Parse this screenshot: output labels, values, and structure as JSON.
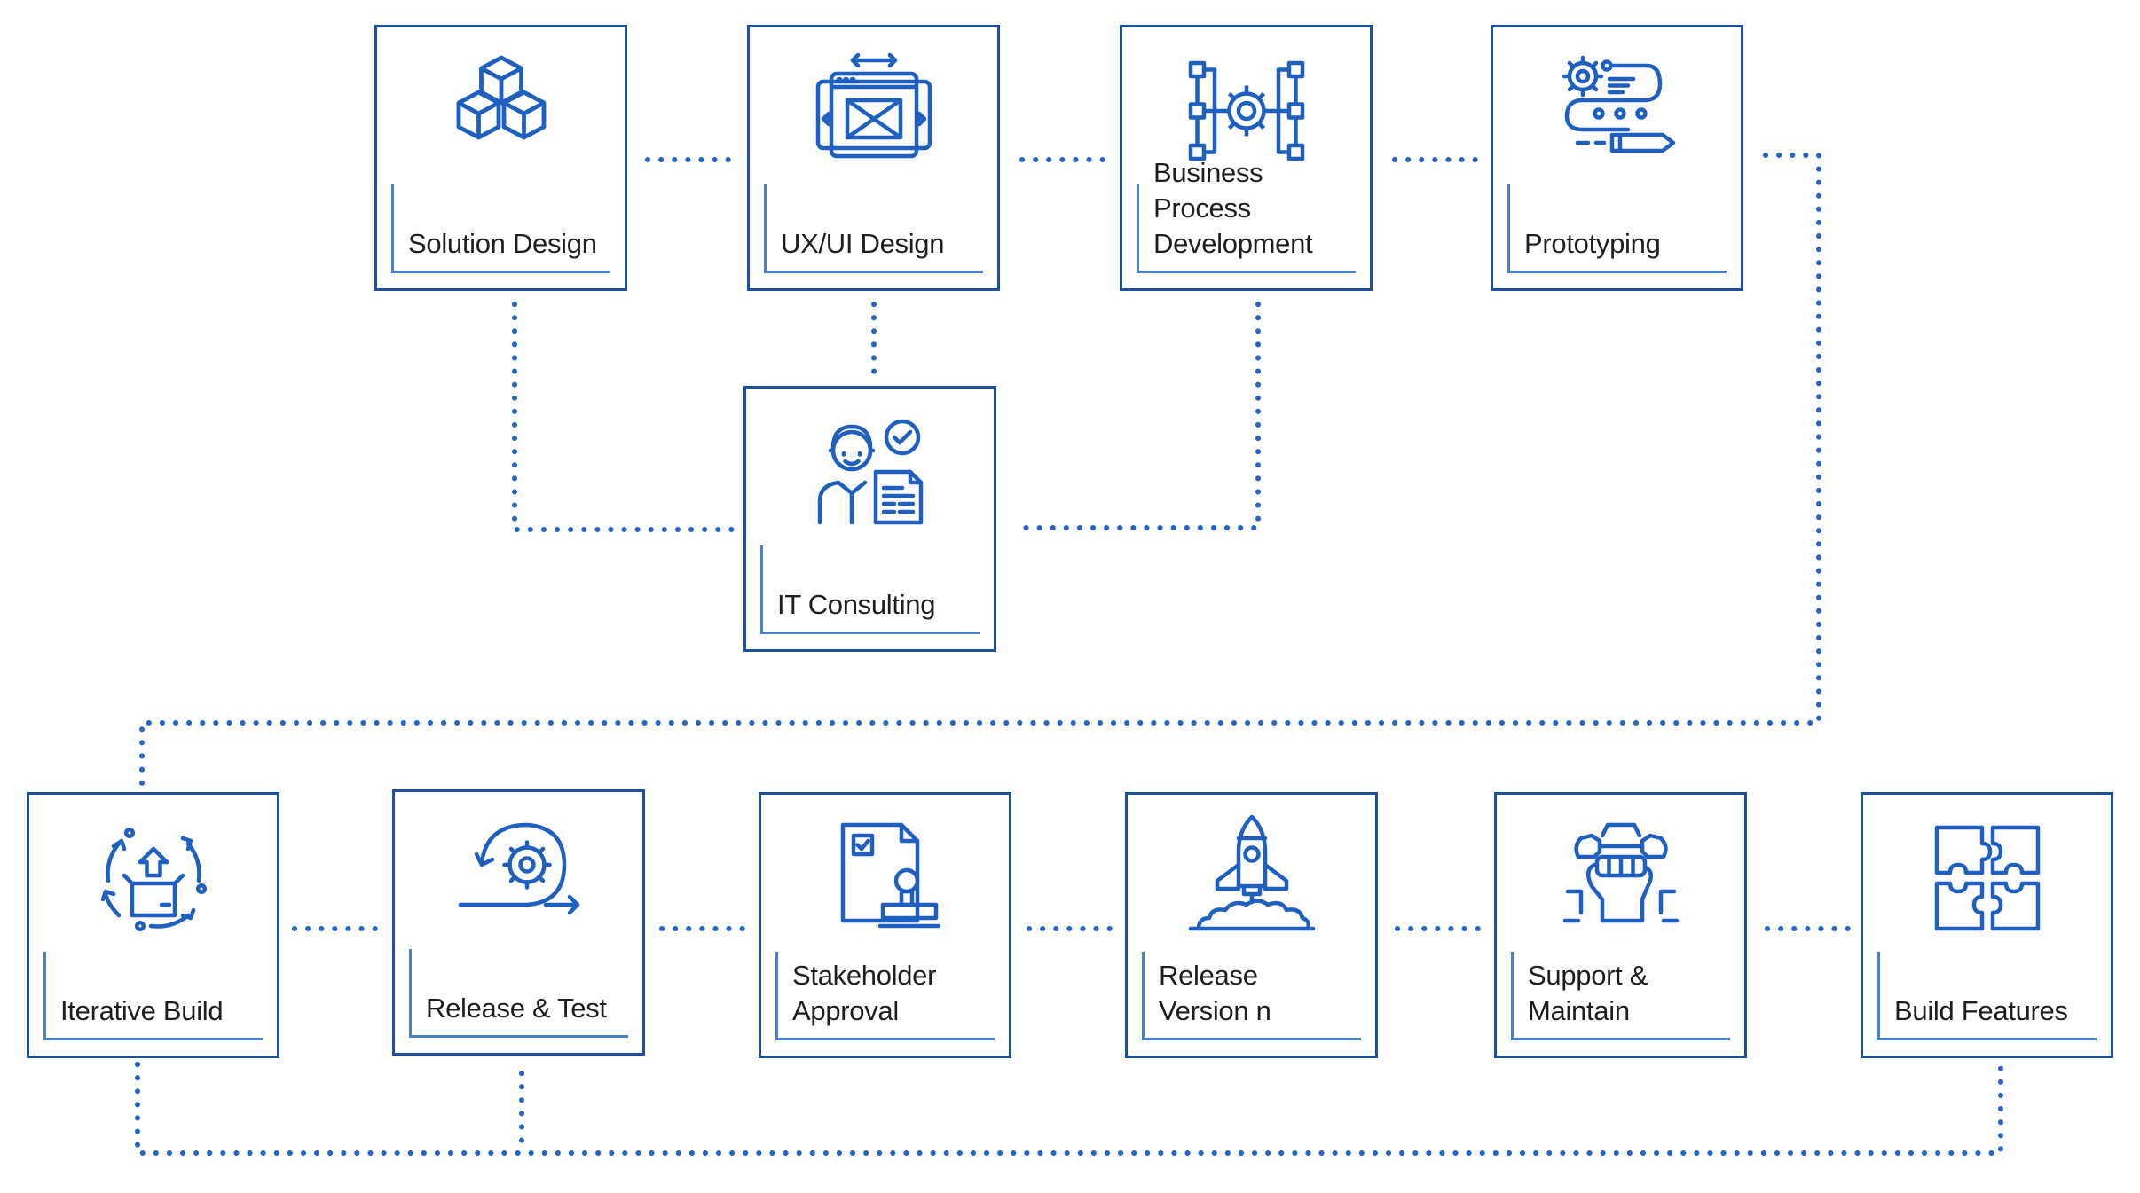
{
  "colors": {
    "border": "#1d4f9e",
    "icon": "#1f5fbf",
    "underline": "#4a7fd1",
    "dots": "#2764c4",
    "text": "#1e1e1e"
  },
  "steps": [
    {
      "label": "Solution Design",
      "icon": "cubes-icon"
    },
    {
      "label": "UX/UI Design",
      "icon": "wireframe-icon"
    },
    {
      "label": "Business Process\nDevelopment",
      "icon": "gear-network-icon"
    },
    {
      "label": "Prototyping",
      "icon": "prototype-icon"
    },
    {
      "label": "IT Consulting",
      "icon": "consultant-icon"
    },
    {
      "label": "Iterative Build",
      "icon": "cycle-box-icon"
    },
    {
      "label": "Release & Test",
      "icon": "gear-loop-icon"
    },
    {
      "label": "Stakeholder\nApproval",
      "icon": "stamp-document-icon"
    },
    {
      "label": "Release Version n",
      "icon": "rocket-icon"
    },
    {
      "label": "Support &\nMaintain",
      "icon": "fist-wrench-icon"
    },
    {
      "label": "Build Features",
      "icon": "puzzle-icon"
    }
  ]
}
